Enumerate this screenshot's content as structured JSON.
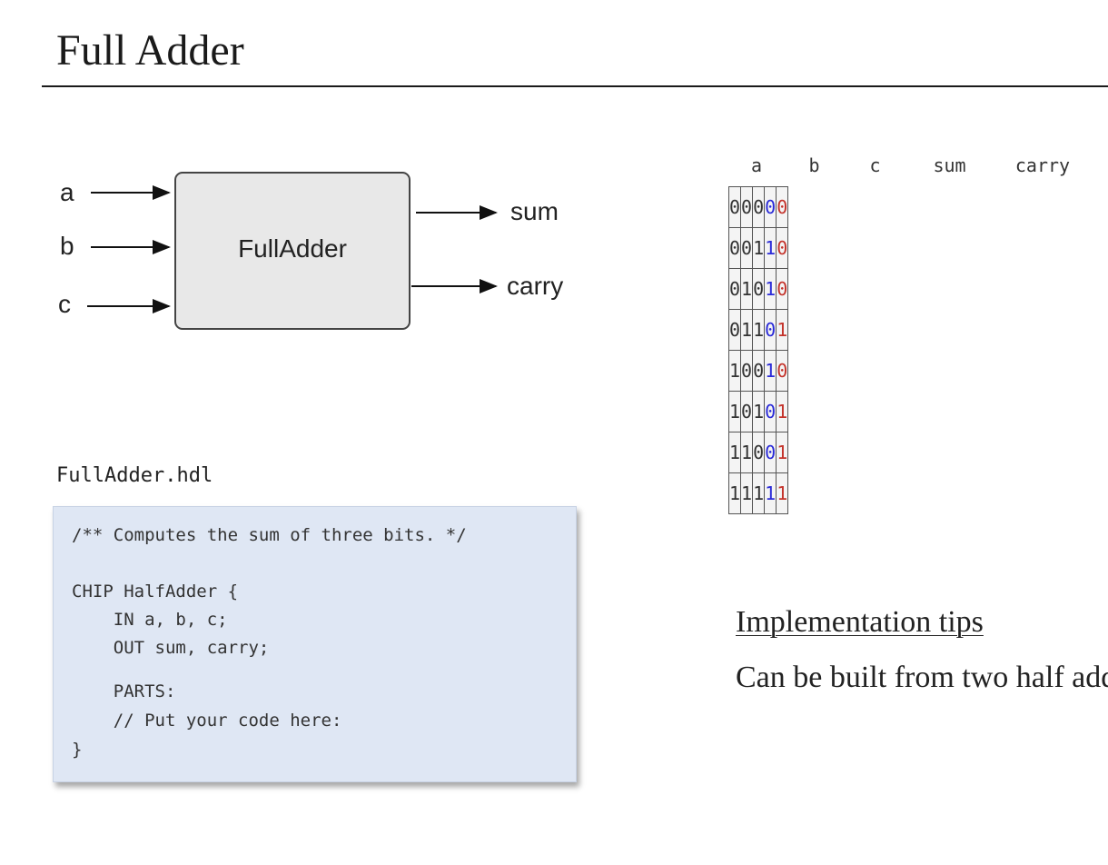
{
  "slide": {
    "title": "Full Adder"
  },
  "diagram": {
    "chip_label": "FullAdder",
    "inputs": [
      "a",
      "b",
      "c"
    ],
    "outputs": [
      "sum",
      "carry"
    ]
  },
  "hdl": {
    "filename": "FullAdder.hdl",
    "lines": [
      "/** Computes the sum of three bits. */",
      "CHIP HalfAdder {",
      "    IN a, b, c;",
      "    OUT sum, carry;",
      "    PARTS:",
      "    // Put your code here:",
      "}"
    ]
  },
  "truth_table": {
    "headers": [
      "a",
      "b",
      "c",
      "sum",
      "carry"
    ],
    "rows": [
      [
        "0",
        "0",
        "0",
        "0",
        "0"
      ],
      [
        "0",
        "0",
        "1",
        "1",
        "0"
      ],
      [
        "0",
        "1",
        "0",
        "1",
        "0"
      ],
      [
        "0",
        "1",
        "1",
        "0",
        "1"
      ],
      [
        "1",
        "0",
        "0",
        "1",
        "0"
      ],
      [
        "1",
        "0",
        "1",
        "0",
        "1"
      ],
      [
        "1",
        "1",
        "0",
        "0",
        "1"
      ],
      [
        "1",
        "1",
        "1",
        "1",
        "1"
      ]
    ],
    "colors": {
      "sum": "#2a2ad8",
      "carry": "#c4332b"
    }
  },
  "tips": {
    "heading": "Implementation tips",
    "body": "Can be built from two half adders."
  }
}
